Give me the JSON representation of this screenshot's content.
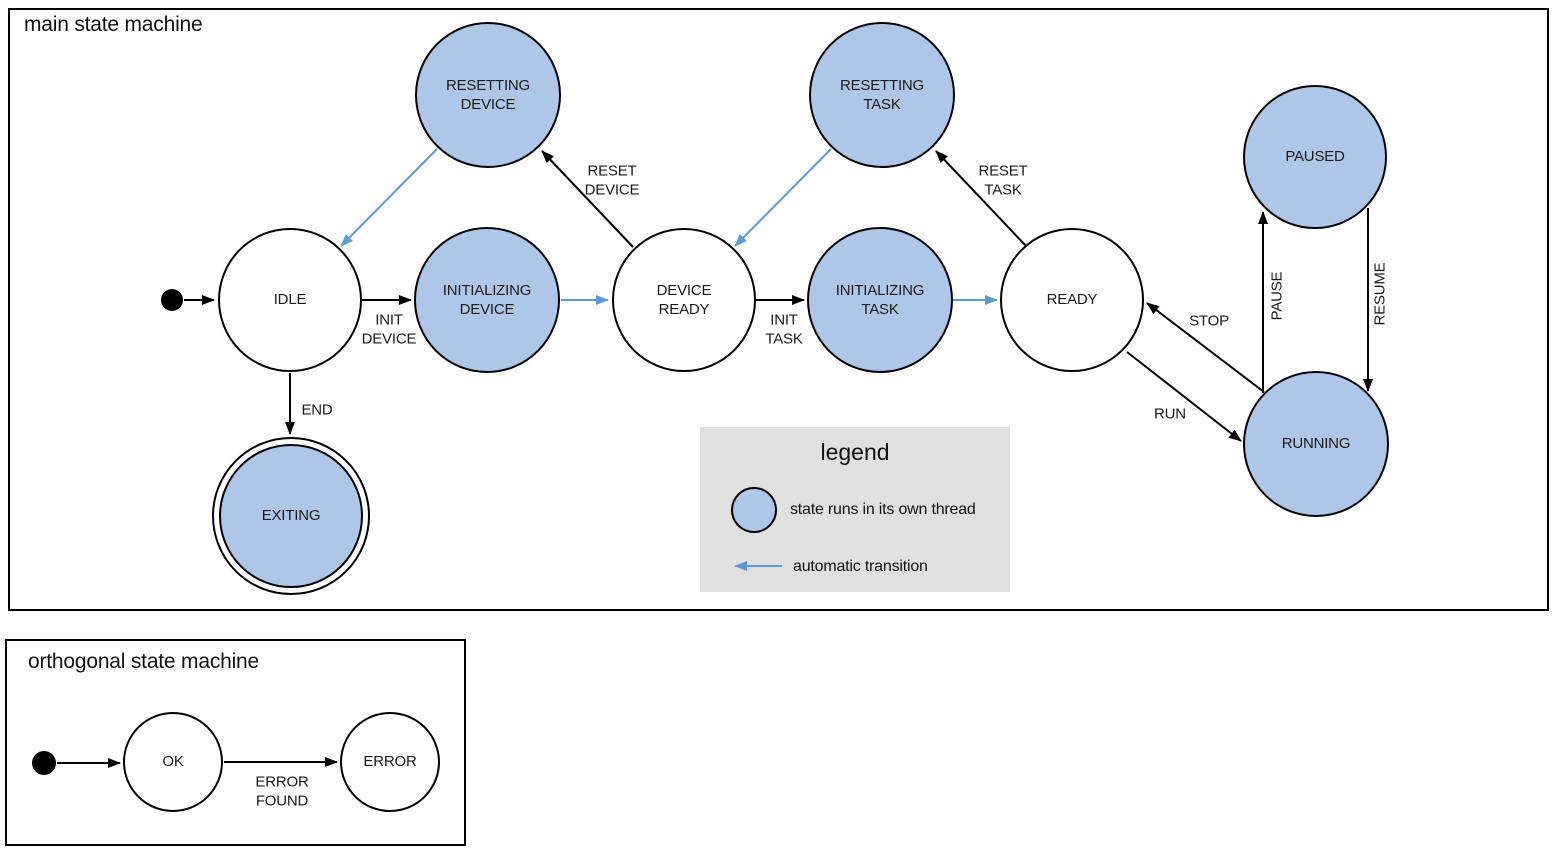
{
  "colors": {
    "thread_fill": "#aec6e8",
    "auto_transition": "#5d9bd5",
    "legend_bg": "#e0e0e0",
    "stroke": "#000000"
  },
  "main_machine": {
    "title": "main state machine",
    "states": {
      "idle": {
        "label": "IDLE"
      },
      "resetting_device": {
        "label": "RESETTING\nDEVICE"
      },
      "initializing_device": {
        "label": "INITIALIZING\nDEVICE"
      },
      "device_ready": {
        "label": "DEVICE\nREADY"
      },
      "resetting_task": {
        "label": "RESETTING\nTASK"
      },
      "initializing_task": {
        "label": "INITIALIZING\nTASK"
      },
      "ready": {
        "label": "READY"
      },
      "paused": {
        "label": "PAUSED"
      },
      "running": {
        "label": "RUNNING"
      },
      "exiting": {
        "label": "EXITING"
      }
    },
    "transitions": {
      "init_device": {
        "label": "INIT\nDEVICE"
      },
      "reset_device": {
        "label": "RESET\nDEVICE"
      },
      "init_task": {
        "label": "INIT\nTASK"
      },
      "reset_task": {
        "label": "RESET\nTASK"
      },
      "stop": {
        "label": "STOP"
      },
      "run": {
        "label": "RUN"
      },
      "pause": {
        "label": "PAUSE"
      },
      "resume": {
        "label": "RESUME"
      },
      "end": {
        "label": "END"
      }
    }
  },
  "legend": {
    "title": "legend",
    "thread_item": "state runs in its own thread",
    "auto_item": "automatic transition"
  },
  "ortho_machine": {
    "title": "orthogonal state machine",
    "states": {
      "ok": {
        "label": "OK"
      },
      "error": {
        "label": "ERROR"
      }
    },
    "transitions": {
      "error_found": {
        "label": "ERROR\nFOUND"
      }
    }
  }
}
